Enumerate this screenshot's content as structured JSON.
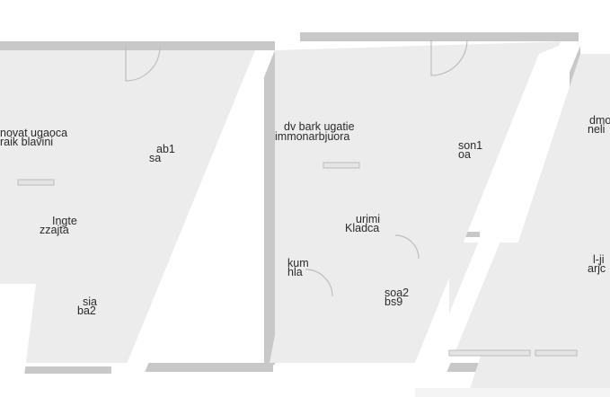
{
  "rooms": [
    {
      "id": "r1",
      "line1": "novat ugaoca",
      "line2": "raik blavini"
    },
    {
      "id": "r2",
      "line1": "ab1",
      "line2": "sa"
    },
    {
      "id": "r3",
      "line1": "dv bark ugatie",
      "line2": "immonarbjuora"
    },
    {
      "id": "r4",
      "line1": "son1",
      "line2": "oa"
    },
    {
      "id": "r5",
      "line1": "dmo",
      "line2": "neli"
    },
    {
      "id": "r6",
      "line1": "Ingte",
      "line2": "zzajta"
    },
    {
      "id": "r7",
      "line1": "urimi",
      "line2": "Kladca"
    },
    {
      "id": "r8",
      "line1": "kum",
      "line2": "hla"
    },
    {
      "id": "r9",
      "line1": "soa2",
      "line2": "bs9"
    },
    {
      "id": "r10",
      "line1": "sia",
      "line2": "ba2"
    },
    {
      "id": "r11",
      "line1": "l-ji",
      "line2": "arjc"
    }
  ],
  "colors": {
    "wall": "#c8c8c8",
    "floor": "#ececec",
    "text": "#2a2a2a"
  }
}
